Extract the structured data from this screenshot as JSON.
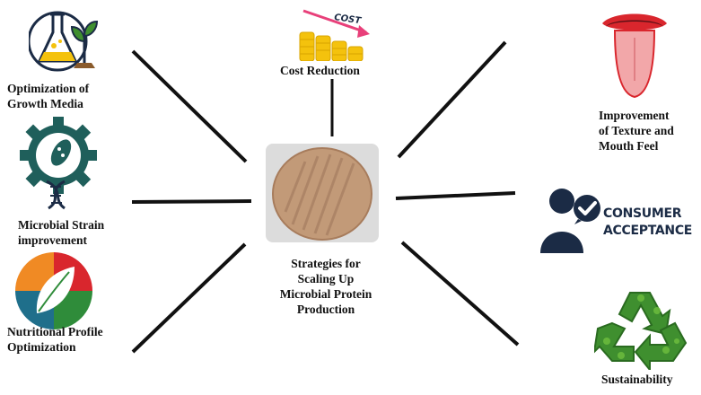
{
  "center": {
    "title_lines": [
      "Strategies for",
      "Scaling Up",
      "Microbial Protein",
      "Production"
    ]
  },
  "nodes": {
    "growth_media": {
      "label_lines": [
        "Optimization of",
        "Growth Media"
      ],
      "icon": "flask-sprout-icon"
    },
    "strain": {
      "label_lines": [
        "Microbial Strain",
        "improvement"
      ],
      "icon": "gear-microbe-dna-icon"
    },
    "nutrition": {
      "label_lines": [
        "Nutritional Profile",
        "Optimization"
      ],
      "icon": "leaf-chart-icon"
    },
    "cost": {
      "label": "Cost Reduction",
      "icon": "coin-stacks-icon",
      "icon_text": "COST"
    },
    "texture": {
      "label_lines": [
        "Improvement",
        "of Texture and",
        "Mouth Feel"
      ],
      "icon": "tongue-icon"
    },
    "consumer": {
      "label_lines": [
        "CONSUMER",
        "ACCEPTANCE"
      ],
      "icon": "user-check-icon"
    },
    "sustainability": {
      "label": "Sustainability",
      "icon": "recycle-leaves-icon"
    }
  },
  "colors": {
    "line": "#111111",
    "navy": "#1b2b45",
    "teal": "#1f5f5b",
    "coin": "#f4c20d",
    "arrow": "#e8407a",
    "leaf": "#3f8f2f",
    "lip": "#d9262d",
    "tongue": "#f2a7a9"
  }
}
